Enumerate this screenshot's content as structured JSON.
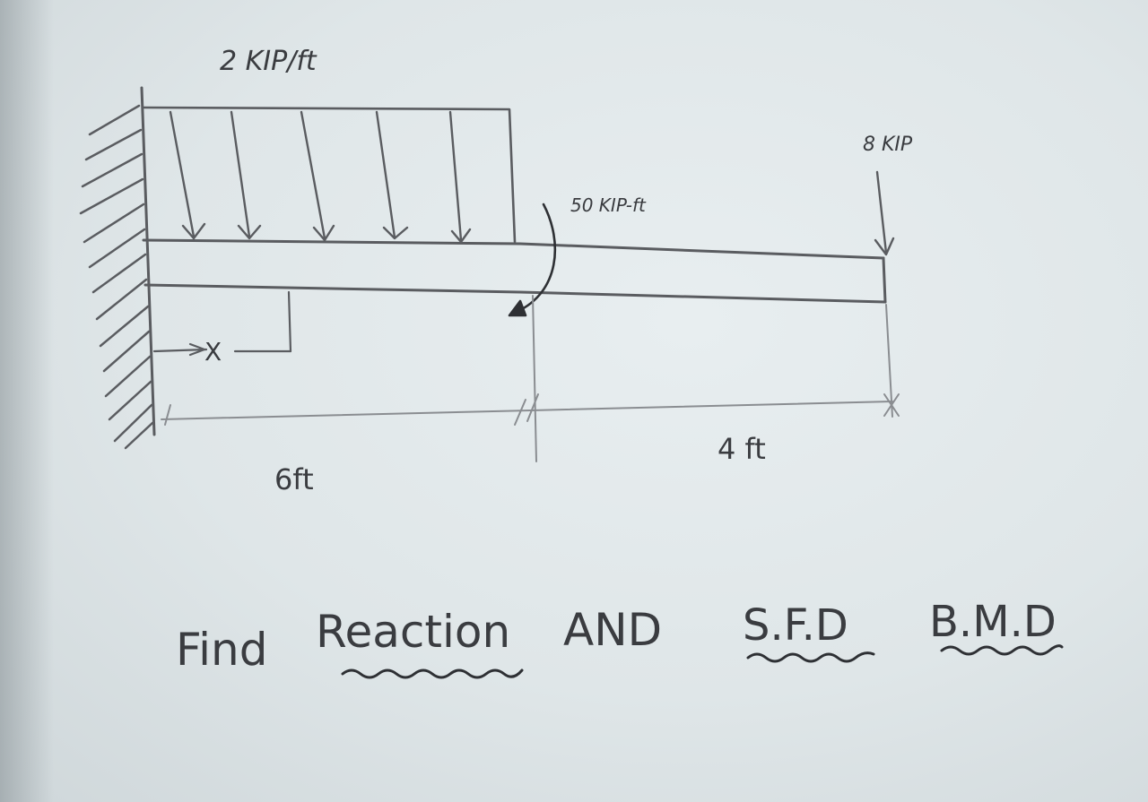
{
  "diagram": {
    "load_distributed": "2 KIP/ft",
    "load_point": "8 KIP",
    "moment": "50 KIP-ft",
    "variable": "X",
    "span_left": "6ft",
    "span_right": "4 ft"
  },
  "question": {
    "find": "Find",
    "reaction": "Reaction",
    "and": "AND",
    "sfd": "S.F.D",
    "bmd": "B.M.D"
  }
}
